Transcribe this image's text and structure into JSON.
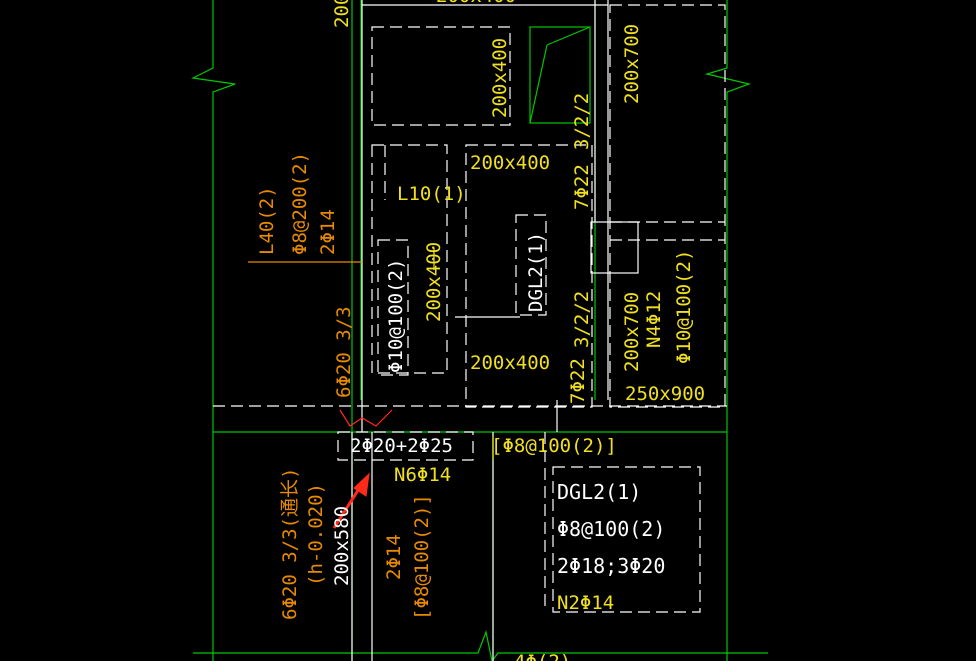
{
  "colors": {
    "background": "#000000",
    "green": "#00d000",
    "white": "#ffffff",
    "yellow": "#f0e020",
    "orange": "#e88a00",
    "red": "#ff2a1a"
  },
  "labels": {
    "top_cut": "200",
    "top_beam_partial": "200x400",
    "beam_200x400_v": "200x400",
    "beam_200x700_v": "200x700",
    "label_3_2_2_top": "3/2/2",
    "label_7phi22_top": "7Φ22",
    "l10": "L10(1)",
    "beam_200x400_h_top": "200x400",
    "beam_200x400_v_mid": "200x400",
    "phi10_100_2_left": "Φ10@100(2)",
    "dgl2_vertical": "DGL2(1)",
    "beam_200x400_h_bottom": "200x400",
    "label_7phi22_bottom": "7Φ22",
    "label_3_2_2_bottom": "3/2/2",
    "beam_200x700_right": "200x700",
    "n4": "N4Φ12",
    "phi10_100_2_right": "Φ10@100(2)",
    "beam_250x900": "250x900",
    "l40": "L40(2)",
    "phi8_200_2": "Φ8@200(2)",
    "phi14_2": "2Φ14",
    "phi20_3_3": "6Φ20 3/3",
    "bars_2phi20_2phi25": "2Φ20+2Φ25",
    "n6": "N6Φ14",
    "phi8_100_2_bracket": "[Φ8@100(2)]",
    "dgl2_box": "DGL2(1)",
    "phi8_100_2_box": "Φ8@100(2)",
    "bars_2phi18_3phi20": "2Φ18;3Φ20",
    "n2": "N2Φ14",
    "lower_left_1": "6Φ20 3/3(通长)",
    "lower_left_2": "(h-0.020)",
    "lower_left_3": "200x580",
    "lower_mid_1": "2Φ14",
    "lower_mid_2": "[Φ8@100(2)]",
    "bottom_partial": "4Φ(2)"
  }
}
